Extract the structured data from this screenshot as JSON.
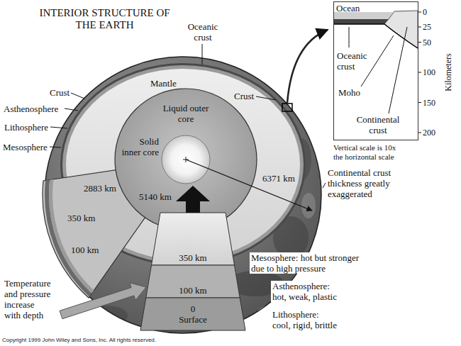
{
  "diagram": {
    "title": "INTERIOR STRUCTURE OF THE EARTH",
    "nodes": [
      {
        "text": [
          "Ocean",
          "Oceanic crust",
          "Moho",
          "Continental crust"
        ]
      }
    ],
    "labels": [
      "Crust",
      "Oceanic crust",
      "Mantle",
      "Crust",
      "Asthenosphere",
      "Lithosphere",
      "Mesosphere",
      "Liquid outer core",
      "Solid inner core",
      "2883 km",
      "5140 km",
      "350 km",
      "100 km",
      "6371 km",
      "Continental crust thickness greatly exaggerated",
      "0",
      "25",
      "50",
      "100",
      "150",
      "200",
      "Kilometers",
      "Vertical scale is 10x the horizontal scale",
      "Temperature and pressure increase with depth",
      "Mesosphere: hot but stronger due to high pressure",
      "Asthenosphere: hot, weak, plastic",
      "Lithosphere: cool, rigid, brittle",
      "350 km",
      "100 km",
      "0",
      "Surface",
      "Copyright 1999 John Wiley and Sons, Inc. All rights reserved."
    ]
  }
}
